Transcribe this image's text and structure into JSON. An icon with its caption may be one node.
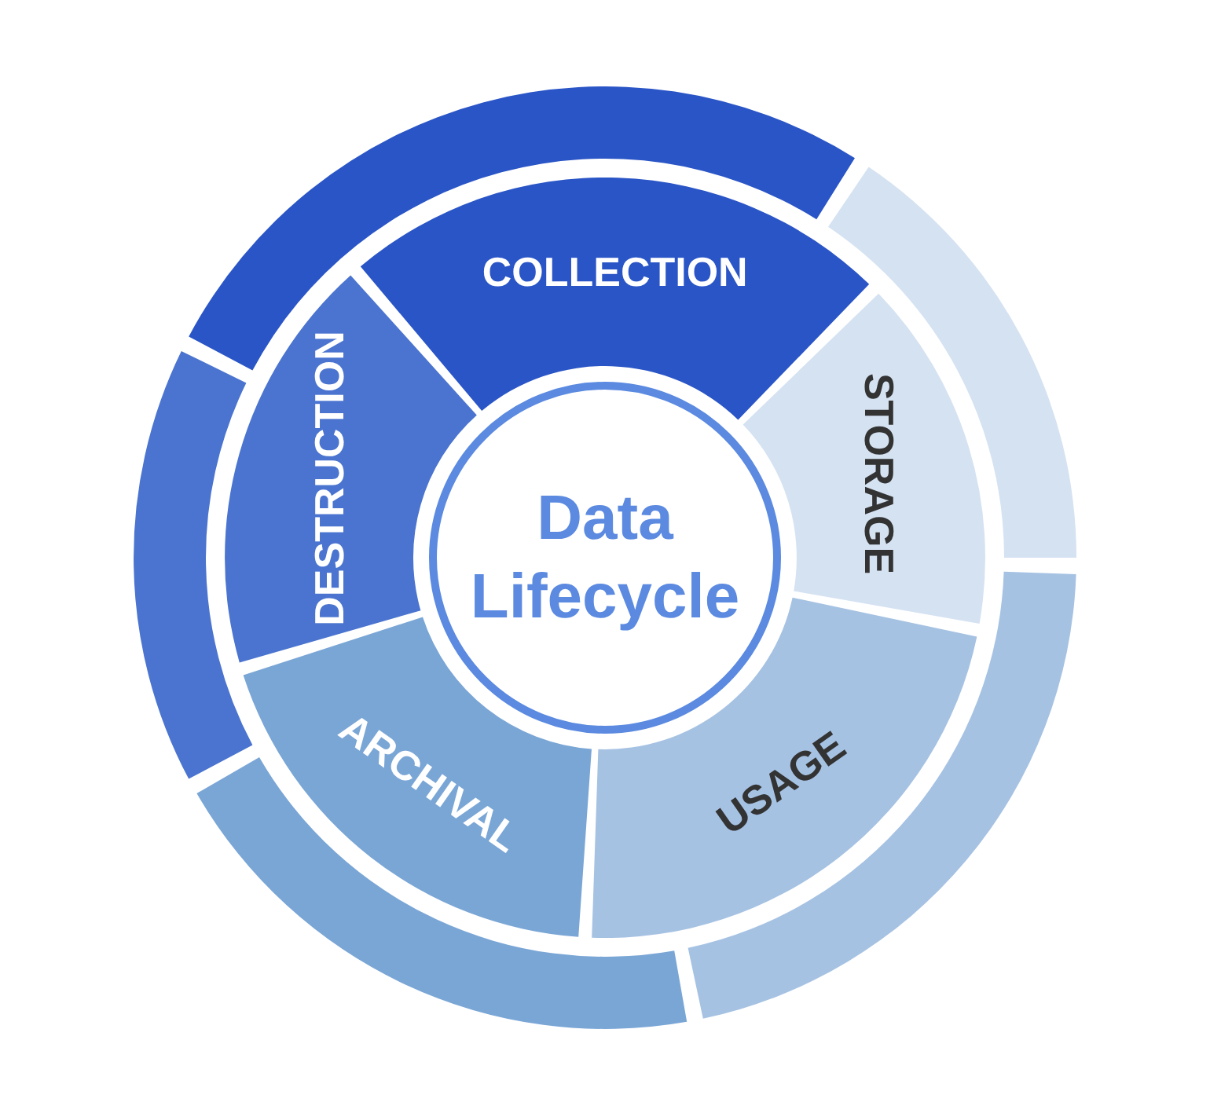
{
  "diagram": {
    "nodes": [
      {
        "text": [
          "Data Lifecycle"
        ]
      },
      {
        "text": [
          "COLLECTION"
        ]
      },
      {
        "text": [
          "STORAGE"
        ]
      },
      {
        "text": [
          "USAGE"
        ]
      },
      {
        "text": [
          "ARCHIVAL"
        ]
      },
      {
        "text": [
          "DESTRUCTION"
        ]
      },
      {
        "text": [],
        "shape": "arc"
      },
      {
        "text": [],
        "shape": "arc"
      },
      {
        "text": [],
        "shape": "arc"
      },
      {
        "text": [],
        "shape": "arc"
      },
      {
        "text": [],
        "shape": "arc"
      }
    ],
    "edges": []
  }
}
